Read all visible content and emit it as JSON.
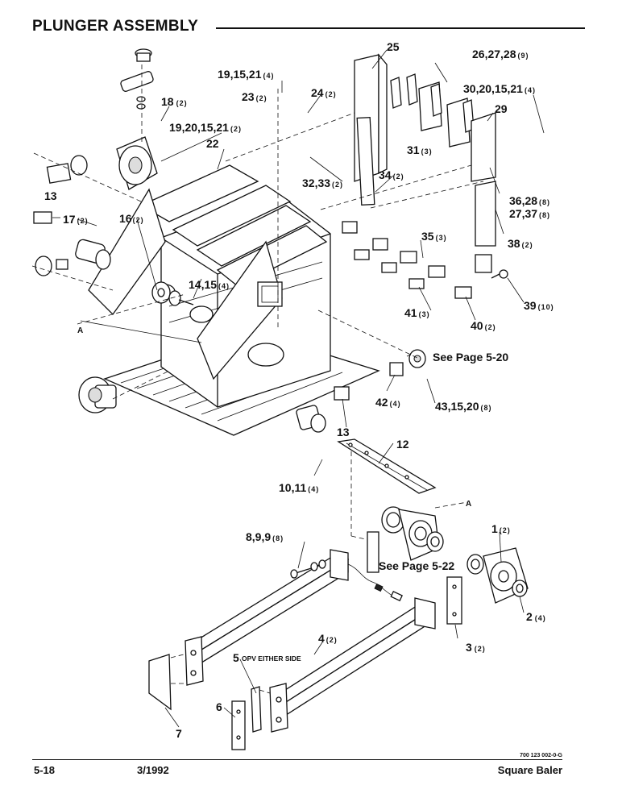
{
  "header": {
    "title": "PLUNGER ASSEMBLY"
  },
  "callouts": [
    {
      "id": "c25",
      "text": "25",
      "qty": ""
    },
    {
      "id": "c26",
      "text": "26,27,28",
      "qty": "(9)"
    },
    {
      "id": "c19a",
      "text": "19,15,21",
      "qty": "(4)"
    },
    {
      "id": "c30",
      "text": "30,20,15,21",
      "qty": "(4)"
    },
    {
      "id": "c23",
      "text": "23",
      "qty": "(2)"
    },
    {
      "id": "c24",
      "text": "24",
      "qty": "(2)"
    },
    {
      "id": "c18",
      "text": "18",
      "qty": "(2)"
    },
    {
      "id": "c29",
      "text": "29",
      "qty": ""
    },
    {
      "id": "c19b",
      "text": "19,20,15,21",
      "qty": "(2)"
    },
    {
      "id": "c22",
      "text": "22",
      "qty": ""
    },
    {
      "id": "c31",
      "text": "31",
      "qty": "(3)"
    },
    {
      "id": "c32",
      "text": "32,33",
      "qty": "(2)"
    },
    {
      "id": "c34",
      "text": "34",
      "qty": "(2)"
    },
    {
      "id": "c36",
      "text": "36,28",
      "qty": "(8)"
    },
    {
      "id": "c27",
      "text": "27,37",
      "qty": "(8)"
    },
    {
      "id": "c13a",
      "text": "13",
      "qty": ""
    },
    {
      "id": "c17",
      "text": "17",
      "qty": "(2)"
    },
    {
      "id": "c16",
      "text": "16",
      "qty": "(2)"
    },
    {
      "id": "c38",
      "text": "38",
      "qty": "(2)"
    },
    {
      "id": "c35",
      "text": "35",
      "qty": "(3)"
    },
    {
      "id": "c14",
      "text": "14,15",
      "qty": "(4)"
    },
    {
      "id": "c39",
      "text": "39",
      "qty": "(10)"
    },
    {
      "id": "c41",
      "text": "41",
      "qty": "(3)"
    },
    {
      "id": "c40",
      "text": "40",
      "qty": "(2)"
    },
    {
      "id": "cA1",
      "text": "A",
      "qty": ""
    },
    {
      "id": "csee20",
      "text": "See Page 5-20",
      "qty": ""
    },
    {
      "id": "c42",
      "text": "42",
      "qty": "(4)"
    },
    {
      "id": "c43",
      "text": "43,15,20",
      "qty": "(8)"
    },
    {
      "id": "c13b",
      "text": "13",
      "qty": ""
    },
    {
      "id": "c12",
      "text": "12",
      "qty": ""
    },
    {
      "id": "c10",
      "text": "10,11",
      "qty": "(4)"
    },
    {
      "id": "cA2",
      "text": "A",
      "qty": ""
    },
    {
      "id": "c1",
      "text": "1",
      "qty": "(2)"
    },
    {
      "id": "c8",
      "text": "8,9,9",
      "qty": "(8)"
    },
    {
      "id": "csee22",
      "text": "See Page 5-22",
      "qty": ""
    },
    {
      "id": "c2",
      "text": "2",
      "qty": "(4)"
    },
    {
      "id": "c4",
      "text": "4",
      "qty": "(2)"
    },
    {
      "id": "c3",
      "text": "3",
      "qty": "(2)"
    },
    {
      "id": "c5",
      "text": "5",
      "qty": ""
    },
    {
      "id": "c7",
      "text": "7",
      "qty": ""
    },
    {
      "id": "c6",
      "text": "6",
      "qty": ""
    }
  ],
  "notes": {
    "opv": "OPV EITHER SIDE"
  },
  "footer": {
    "page_number": "5-18",
    "date": "3/1992",
    "product": "Square Baler",
    "part_code": "700 123 002-0-G"
  }
}
